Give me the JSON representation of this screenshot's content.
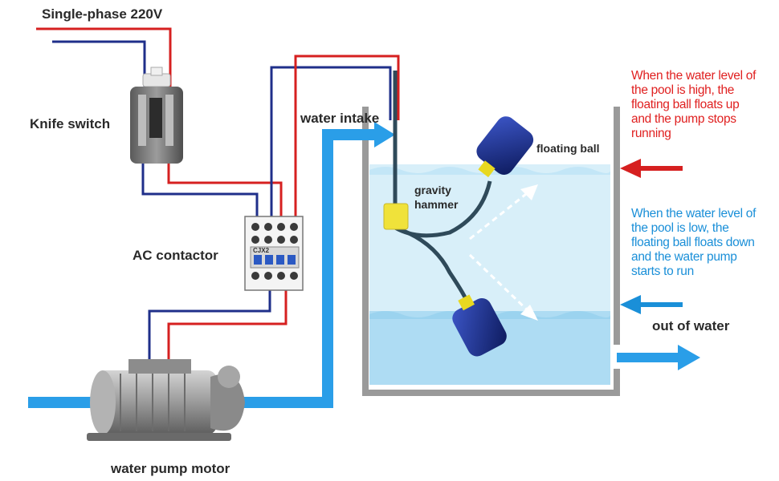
{
  "labels": {
    "supply": "Single-phase 220V",
    "knife_switch": "Knife switch",
    "ac_contactor": "AC contactor",
    "pump_motor": "water pump motor",
    "water_intake": "water intake",
    "out_of_water": "out of water",
    "floating_ball": "floating ball",
    "gravity_hammer_line1": "gravity",
    "gravity_hammer_line2": "hammer",
    "contactor_badge": "CJX2"
  },
  "notes": {
    "high_level": {
      "lines": [
        "When the water level of",
        "the pool is high, the",
        "floating ball floats up",
        "and the pump stops",
        "running"
      ],
      "color": "#e02020"
    },
    "low_level": {
      "lines": [
        "When the water level of",
        "the pool is low, the",
        "floating ball floats down",
        "and the water pump",
        "starts to run"
      ],
      "color": "#1a8fd8"
    }
  },
  "colors": {
    "wire_red": "#d62020",
    "wire_blue": "#1f2f8a",
    "pipe_blue": "#2a9ee8",
    "water": "#bfe4f6",
    "tank_wall": "#9a9a9a",
    "float_body": "#1b2a7a",
    "float_cap": "#e8d820"
  },
  "icons": {
    "knife_switch": "knife-switch-icon",
    "contactor": "ac-contactor-icon",
    "pump": "water-pump-motor-icon",
    "float_high": "float-switch-ball-icon",
    "float_low": "float-switch-ball-icon",
    "arrow_in_red": "arrow-left-icon",
    "arrow_in_blue": "arrow-left-icon",
    "arrow_out": "arrow-right-icon"
  }
}
